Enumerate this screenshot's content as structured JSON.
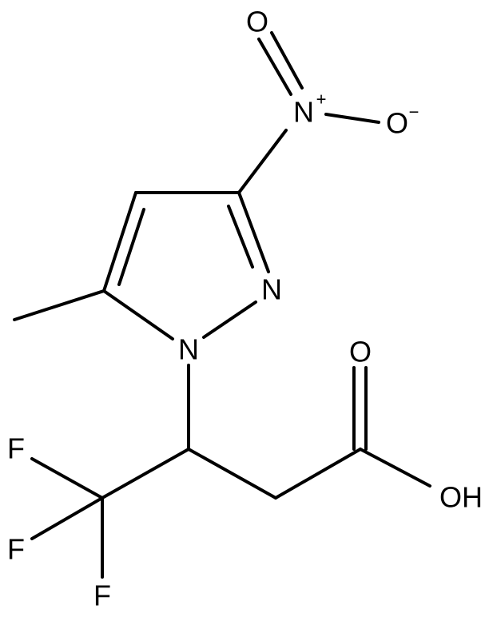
{
  "structure": {
    "atoms": {
      "nitro_o_top": "O",
      "nitro_n": "N",
      "nitro_n_charge": "+",
      "nitro_o_minus": "O",
      "nitro_o_minus_charge": "−",
      "ring_n2": "N",
      "ring_n1": "N",
      "acid_o_carbonyl": "O",
      "acid_oh": "OH",
      "fluorine_top": "F",
      "fluorine_left": "F",
      "fluorine_bottom": "F"
    },
    "colors": {
      "bond": "#000000",
      "text": "#000000",
      "background": "#ffffff"
    }
  }
}
